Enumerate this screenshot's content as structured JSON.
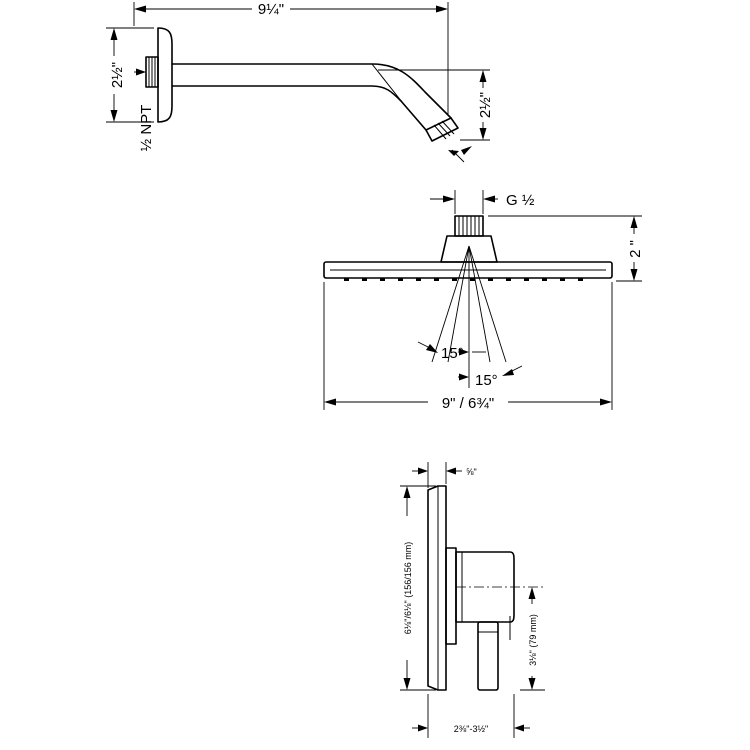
{
  "arm_view": {
    "length": "9¼\"",
    "flange_height": "2½\"",
    "drop": "2½\"",
    "thread": "½ NPT"
  },
  "head_view": {
    "connection": "G ½",
    "height": "2 \"",
    "angle_outer": "15°",
    "angle_inner": "15°",
    "width": "9\" / 6¾\""
  },
  "valve_view": {
    "depth": "⅝\"",
    "plate_height": "6⅛\"/6⅛\" (156/156 mm)",
    "handle_offset": "3⅛\" (79 mm)",
    "projection": "2⅜\"-3½\""
  }
}
